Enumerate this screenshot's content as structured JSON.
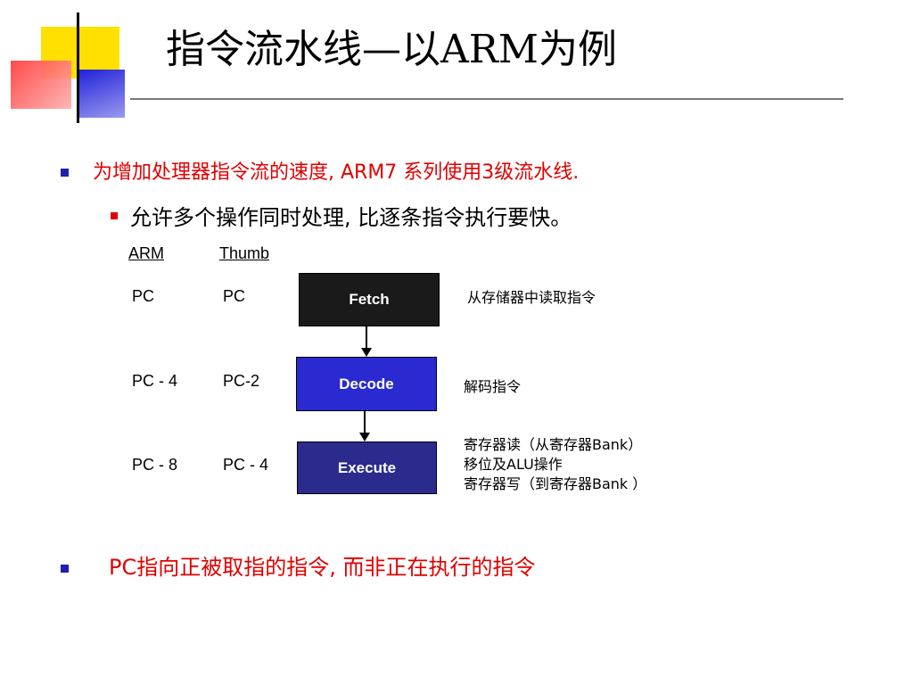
{
  "slide": {
    "title": "指令流水线—以ARM为例"
  },
  "bullets": {
    "b1": "为增加处理器指令流的速度, ARM7 系列使用3级流水线.",
    "b1_sub": "允许多个操作同时处理, 比逐条指令执行要快。",
    "b2": "PC指向正被取指的指令, 而非正在执行的指令"
  },
  "diagram": {
    "headers": [
      "ARM",
      "Thumb"
    ],
    "stages": [
      {
        "name": "Fetch",
        "arm": "PC",
        "thumb": "PC",
        "color": "#1a1a1a",
        "notes": [
          "从存储器中读取指令"
        ]
      },
      {
        "name": "Decode",
        "arm": "PC - 4",
        "thumb": "PC-2",
        "color": "#2a2ad0",
        "notes": [
          "解码指令"
        ]
      },
      {
        "name": "Execute",
        "arm": "PC - 8",
        "thumb": "PC - 4",
        "color": "#2b2b8e",
        "notes": [
          "寄存器读（从寄存器Bank）",
          "移位及ALU操作",
          "寄存器写（到寄存器Bank ）"
        ]
      }
    ]
  },
  "colors": {
    "accent_red": "#e00000",
    "bullet_blue": "#1f1fb0"
  }
}
